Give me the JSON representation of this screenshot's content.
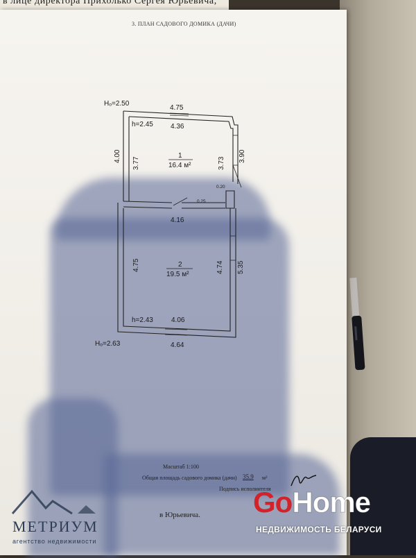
{
  "underlying_doc": {
    "text": "в лице директора Прихолько Сергея Юрьевича,"
  },
  "document": {
    "title": "3. ПЛАН САДОВОГО ДОМИКА (ДАЧИ)",
    "scale_label": "Масштаб 1:100",
    "area_label": "Общая площадь садового домика (дачи)",
    "area_value": "35.9",
    "area_unit": "м²",
    "signature_label": "Подпись исполнителя",
    "cut_text": "в Юрьевича."
  },
  "plan": {
    "top_elevation": "Hₒ=2.50",
    "bottom_elevation": "Hₒ=2.63",
    "room1": {
      "number": "1",
      "area": "16.4 м²",
      "height": "h=2.45",
      "dims": {
        "outer_top": "4.75",
        "inner_top": "4.36",
        "outer_left": "4.00",
        "inner_left": "3.77",
        "inner_right": "3.73",
        "outer_right": "3.90"
      }
    },
    "room2": {
      "number": "2",
      "area": "19.5 м²",
      "height": "h=2.43",
      "dims": {
        "inner_top": "4.16",
        "inner_left": "4.75",
        "inner_right": "4.74",
        "outer_right": "5.35",
        "inner_bottom": "4.06",
        "outer_bottom": "4.64"
      }
    },
    "small_dims": {
      "wall_020": "0.20",
      "wall_025": "0.25"
    }
  },
  "watermarks": {
    "metrium_name": "МЕТРИУМ",
    "metrium_sub": "агентство недвижимости",
    "gohome_go": "Go",
    "gohome_home": "Home",
    "gohome_sub": "НЕДВИЖИМОСТЬ БЕЛАРУСИ"
  },
  "colors": {
    "paper": "#f3f1ec",
    "shadow": "#5a6694",
    "gohome_red": "#d2222a",
    "metrium_blue": "#2e3d55"
  }
}
